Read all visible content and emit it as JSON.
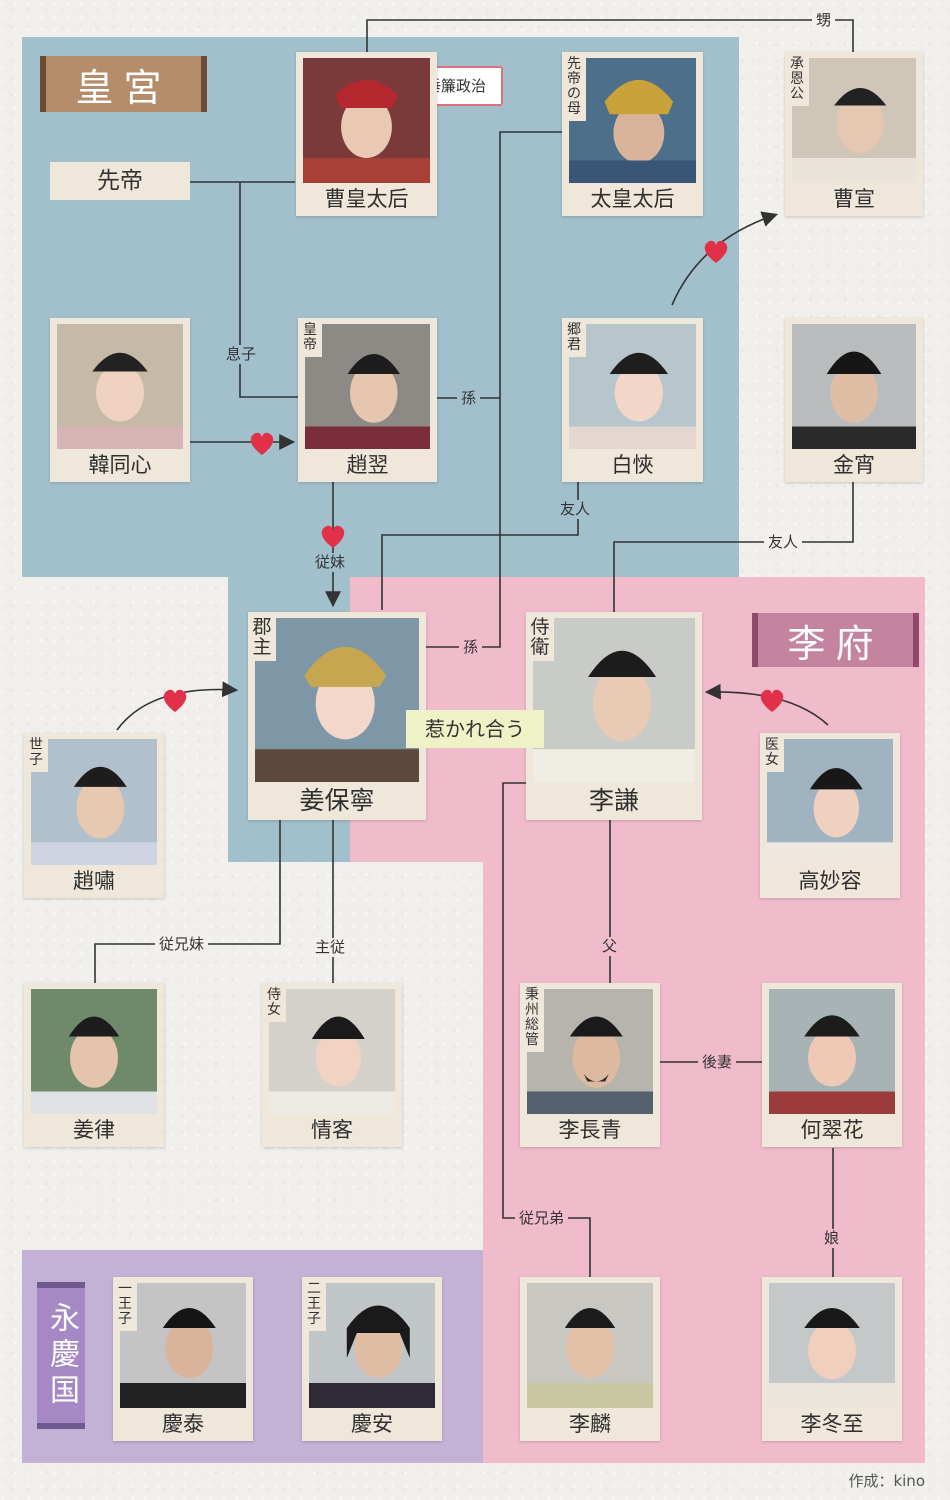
{
  "sections": {
    "koukyu": "皇宮",
    "rifu": "李府",
    "eikei": "永慶国"
  },
  "people": {
    "sou_koutaigou": {
      "name": "曹皇太后",
      "title": ""
    },
    "taikoutaigou": {
      "name": "太皇太后",
      "title": "先帝の母"
    },
    "sousen": {
      "name": "曹宣",
      "title": "承恩公"
    },
    "sentei": {
      "name": "先帝"
    },
    "kan_doushin": {
      "name": "韓同心",
      "title": ""
    },
    "chou_yoku": {
      "name": "趙翌",
      "title": "皇帝"
    },
    "haku_kai": {
      "name": "白悏",
      "title": "郷君"
    },
    "kin_shou": {
      "name": "金宵",
      "title": ""
    },
    "kyou_honei": {
      "name": "姜保寧",
      "title": "郡主"
    },
    "ri_ken": {
      "name": "李謙",
      "title": "侍衛"
    },
    "chou_shou": {
      "name": "趙嘯",
      "title": "世子"
    },
    "kou_myouyou": {
      "name": "高妙容",
      "title": "医女"
    },
    "kyou_ritsu": {
      "name": "姜律",
      "title": ""
    },
    "jou_kaku": {
      "name": "情客",
      "title": "侍女"
    },
    "ri_choussei": {
      "name": "李長青",
      "title": "秉州総管"
    },
    "ka_suika": {
      "name": "何翠花",
      "title": ""
    },
    "keitai": {
      "name": "慶泰",
      "title": "一王子"
    },
    "keian": {
      "name": "慶安",
      "title": "二王子"
    },
    "ri_rin": {
      "name": "李麟",
      "title": ""
    },
    "ri_toushi": {
      "name": "李冬至",
      "title": ""
    }
  },
  "relations": {
    "oi": "甥",
    "suiren": "垂簾政治",
    "musuko": "息子",
    "mago1": "孫",
    "mago2": "孫",
    "yuujin1": "友人",
    "yuujin2": "友人",
    "juumai": "従妹",
    "attract": "惹かれ合う",
    "juukeimai": "従兄妹",
    "shujuu": "主従",
    "chichi": "父",
    "gosai": "後妻",
    "juukeitei": "従兄弟",
    "musume": "娘"
  },
  "credit": "作成：kino",
  "colors": {
    "palace": "#a2c0cc",
    "ri_house": "#f0bccb",
    "eikei": "#c4b2d6",
    "heart": "#e0304a"
  }
}
